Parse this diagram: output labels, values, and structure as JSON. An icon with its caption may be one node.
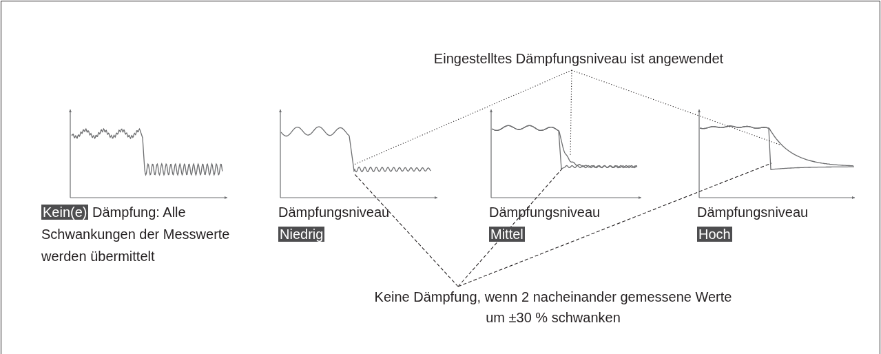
{
  "diagram": {
    "nodes": [
      {
        "text": [
          "Eingestelltes Dämpfungsniveau ist angewendet"
        ]
      },
      {
        "text": [],
        "shape": "picture",
        "beside": [
          "Kein(e)",
          "Dämpfung: Alle Schwankungen der Messwerte werden übermittelt"
        ]
      },
      {
        "text": [],
        "shape": "picture",
        "beside": [
          "Dämpfungsniveau",
          "Niedrig"
        ]
      },
      {
        "text": [],
        "shape": "picture",
        "beside": [
          "Dämpfungsniveau",
          "Mittel"
        ]
      },
      {
        "text": [],
        "shape": "picture",
        "beside": [
          "Dämpfungsniveau",
          "Hoch"
        ]
      },
      {
        "text": [
          "Keine Dämpfung, wenn 2 nacheinander gemessene Werte um ±30 % schwanken"
        ]
      }
    ],
    "edges": [
      {
        "from": 0,
        "to": 2,
        "arrow": "none"
      },
      {
        "from": 0,
        "to": 3,
        "arrow": "none"
      },
      {
        "from": 0,
        "to": 4,
        "arrow": "none"
      },
      {
        "from": 5,
        "to": 2,
        "arrow": "none",
        "style": "dashed"
      },
      {
        "from": 5,
        "to": 3,
        "arrow": "none",
        "style": "dashed"
      },
      {
        "from": 5,
        "to": 4,
        "arrow": "none",
        "style": "dashed"
      }
    ]
  }
}
